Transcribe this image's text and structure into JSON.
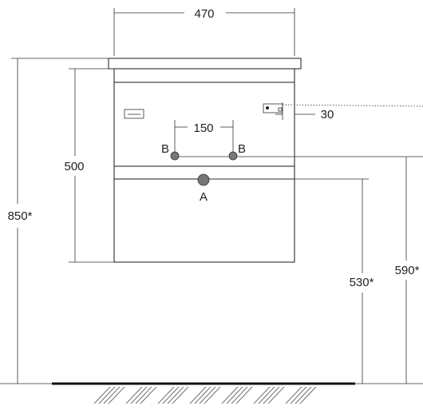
{
  "dimensions": {
    "width_total": "470",
    "pipe_spacing": "150",
    "side_offset": "30",
    "cabinet_height": "500",
    "total_height": "850*",
    "drain_height": "530*",
    "supply_height": "590*"
  },
  "labels": {
    "supply_left": "B",
    "supply_right": "B",
    "drain": "A"
  },
  "colors": {
    "line": "#1a1a1a",
    "connection_fill": "#777777",
    "floor": "#111111"
  }
}
